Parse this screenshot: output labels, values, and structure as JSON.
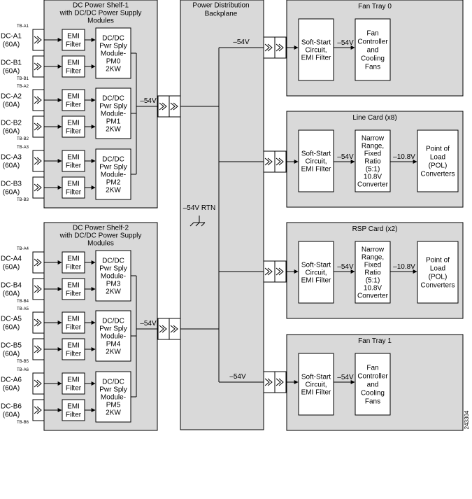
{
  "shelves": [
    {
      "title": [
        "DC Power Shelf-1",
        "with DC/DC Power Supply",
        "Modules"
      ],
      "out_label": "–54V",
      "modules": [
        {
          "name": [
            "DC/DC",
            "Pwr Sply",
            "Module-",
            "PM0",
            "2KW"
          ],
          "inputs": [
            {
              "tb": "TB-A1",
              "name": [
                "DC-A1",
                "(60A)"
              ]
            },
            {
              "tb": "TB-B1",
              "name": [
                "DC-B1",
                "(60A)"
              ]
            }
          ]
        },
        {
          "name": [
            "DC/DC",
            "Pwr Sply",
            "Module-",
            "PM1",
            "2KW"
          ],
          "inputs": [
            {
              "tb": "TB-A2",
              "name": [
                "DC-A2",
                "(60A)"
              ]
            },
            {
              "tb": "TB-B2",
              "name": [
                "DC-B2",
                "(60A)"
              ]
            }
          ]
        },
        {
          "name": [
            "DC/DC",
            "Pwr Sply",
            "Module-",
            "PM2",
            "2KW"
          ],
          "inputs": [
            {
              "tb": "TB-A3",
              "name": [
                "DC-A3",
                "(60A)"
              ]
            },
            {
              "tb": "TB-B3",
              "name": [
                "DC-B3",
                "(60A)"
              ]
            }
          ]
        }
      ]
    },
    {
      "title": [
        "DC Power Shelf-2",
        "with DC/DC Power Supply",
        "Modules"
      ],
      "out_label": "–54V",
      "modules": [
        {
          "name": [
            "DC/DC",
            "Pwr Sply",
            "Module-",
            "PM3",
            "2KW"
          ],
          "inputs": [
            {
              "tb": "TB-A4",
              "name": [
                "DC-A4",
                "(60A)"
              ]
            },
            {
              "tb": "TB-B4",
              "name": [
                "DC-B4",
                "(60A)"
              ]
            }
          ]
        },
        {
          "name": [
            "DC/DC",
            "Pwr Sply",
            "Module-",
            "PM4",
            "2KW"
          ],
          "inputs": [
            {
              "tb": "TB-A5",
              "name": [
                "DC-A5",
                "(60A)"
              ]
            },
            {
              "tb": "TB-B5",
              "name": [
                "DC-B5",
                "(60A)"
              ]
            }
          ]
        },
        {
          "name": [
            "DC/DC",
            "Pwr Sply",
            "Module-",
            "PM5",
            "2KW"
          ],
          "inputs": [
            {
              "tb": "TB-A6",
              "name": [
                "DC-A6",
                "(60A)"
              ]
            },
            {
              "tb": "TB-B6",
              "name": [
                "DC-B6",
                "(60A)"
              ]
            }
          ]
        }
      ]
    }
  ],
  "emi_filter": [
    "EMI",
    "Filter"
  ],
  "backplane": {
    "title": [
      "Power Distribution",
      "Backplane"
    ],
    "rtn_label": "–54V RTN",
    "top_label": "–54V",
    "bottom_label": "–54V"
  },
  "right_panels": [
    {
      "title": "Fan Tray 0",
      "soft_start": [
        "Soft-Start",
        "Circuit,",
        "EMI Filter"
      ],
      "v1": "–54V",
      "mid": [
        "Fan",
        "Controller",
        "and",
        "Cooling",
        "Fans"
      ]
    },
    {
      "title": "Line Card (x8)",
      "soft_start": [
        "Soft-Start",
        "Circuit,",
        "EMI Filter"
      ],
      "v1": "–54V",
      "mid": [
        "Narrow",
        "Range,",
        "Fixed",
        "Ratio",
        "(5:1)",
        "10.8V",
        "Converter"
      ],
      "v2": "–10.8V",
      "pol": [
        "Point of",
        "Load",
        "(POL)",
        "Converters"
      ]
    },
    {
      "title": "RSP Card (x2)",
      "soft_start": [
        "Soft-Start",
        "Circuit,",
        "EMI Filter"
      ],
      "v1": "–54V",
      "mid": [
        "Narrow",
        "Range,",
        "Fixed",
        "Ratio",
        "(5:1)",
        "10.8V",
        "Converter"
      ],
      "v2": "–10.8V",
      "pol": [
        "Point of",
        "Load",
        "(POL)",
        "Converters"
      ]
    },
    {
      "title": "Fan Tray 1",
      "soft_start": [
        "Soft-Start",
        "Circuit,",
        "EMI Filter"
      ],
      "v1": "–54V",
      "mid": [
        "Fan",
        "Controller",
        "and",
        "Cooling",
        "Fans"
      ]
    }
  ],
  "figure_id": "243304"
}
